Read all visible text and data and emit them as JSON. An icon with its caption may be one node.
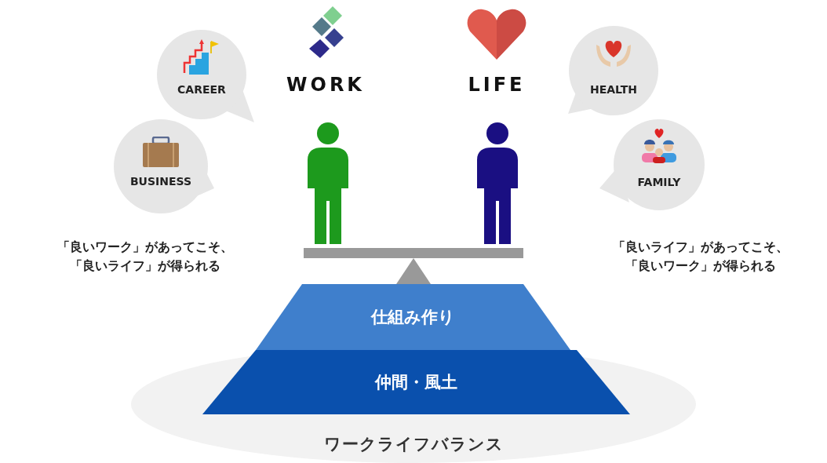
{
  "diagram": {
    "nodes": [
      {
        "text": [
          "CAREER"
        ]
      },
      {
        "text": [
          "BUSINESS"
        ]
      },
      {
        "text": [
          "HEALTH"
        ]
      },
      {
        "text": [
          "FAMILY"
        ]
      },
      {
        "text": [
          "仕組み作り"
        ]
      },
      {
        "text": [
          "仲間・風土"
        ],
        "in": 6
      },
      {
        "text": [
          "ワークライフバランス"
        ]
      }
    ],
    "labels": [
      "WORK",
      "LIFE",
      "「良いワーク」があってこそ、「良いライフ」が得られる",
      "「良いライフ」があってこそ、「良いワーク」が得られる"
    ]
  }
}
